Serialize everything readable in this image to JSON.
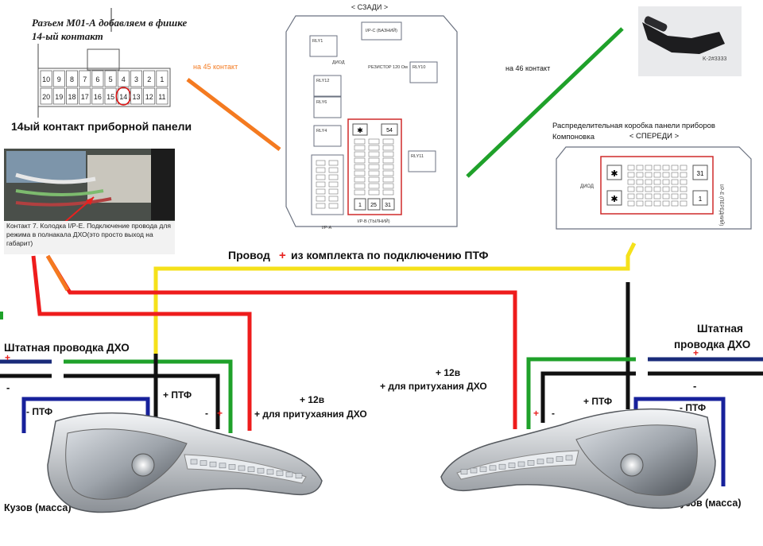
{
  "colors": {
    "wire_red": "#ee1c1c",
    "wire_yellow": "#f5e11a",
    "wire_green": "#1fa12a",
    "wire_black": "#111111",
    "wire_navy": "#1a2b7a",
    "wire_blue": "#17219b",
    "wire_orange": "#f47a20",
    "text_orange": "#f47a20",
    "plus_red": "#e8211f"
  },
  "connector_note": {
    "line1": "Разъем М01-А добавляем в фишке",
    "line2": "14-ый контакт",
    "row1": [
      "10",
      "9",
      "8",
      "7",
      "6",
      "5",
      "4",
      "3",
      "2",
      "1"
    ],
    "row2": [
      "20",
      "19",
      "18",
      "17",
      "16",
      "15",
      "14",
      "13",
      "12",
      "11"
    ],
    "highlight": "14"
  },
  "labels": {
    "pin14_caption": "14ый контакт приборной панели",
    "to45": "на 45 контакт",
    "to46": "на 46 контакт",
    "photo_caption": "Контакт 7. Колодка I/P-E. Подключение провода для режима в полнакала ДХО(это просто выход на габарит)",
    "dist_box_title1": "Распределительная  коробка панели приборов",
    "dist_box_title2": "Компоновка",
    "front_label": "< СПЕРЕДИ >",
    "rear_label": "< СЗАДИ >",
    "switch_part_no": "K-2#3333"
  },
  "fusebox_rear": {
    "ipc": "I/P-C (БАЗНИЙ)",
    "resistor": "РЕЗИСТОР 120 Ом",
    "diode": "ДИОД",
    "ipb": "I/P-B (ТЫЛНИЙ)",
    "ipa": "I/P-A",
    "cells": [
      "1",
      "25",
      "31",
      "54"
    ],
    "relays": [
      "RLY1",
      "RLY12",
      "RLY6",
      "RLY4",
      "RLY10",
      "RLY11"
    ]
  },
  "fusebox_front": {
    "diode": "ДИОД",
    "ipe": "I/P-E (ПЕРЕДНИЙ)",
    "cells": [
      "31",
      "1"
    ]
  },
  "wire_title": {
    "plus": "+",
    "text": "из комплекта по подключению ПТФ",
    "prefix": "Провод"
  },
  "left_side": {
    "drl_wiring": "Штатная проводка ДХО",
    "plus": "+",
    "minus": "-",
    "minus_ptf": "- ПТФ",
    "plus_ptf": "+ ПТФ",
    "plus_12v": "+ 12в",
    "dim_drl": "+ для притухаяния ДХО",
    "body_ground": "Кузов (масса)"
  },
  "right_side": {
    "drl_wiring_1": "Штатная",
    "drl_wiring_2": "проводка ДХО",
    "plus": "+",
    "minus": "-",
    "minus_ptf": "- ПТФ",
    "plus_ptf": "+ ПТФ",
    "plus_12v": "+ 12в",
    "dim_drl": "+ для притухания ДХО",
    "body_ground": "Кузов (масса)"
  }
}
